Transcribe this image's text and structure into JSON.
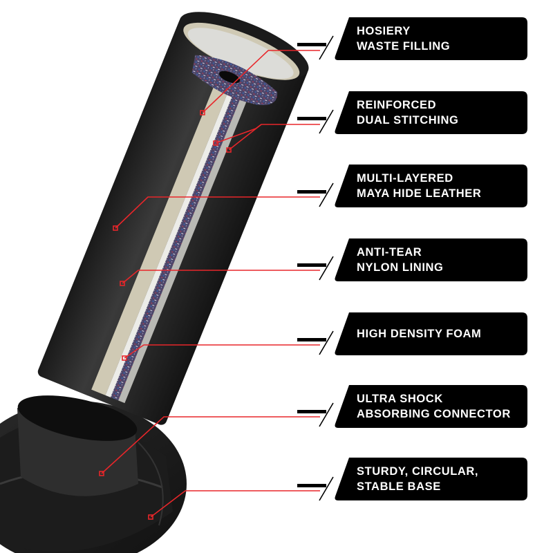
{
  "diagram": {
    "subject": "Free-standing punching bag cut-away",
    "colors": {
      "label_bg": "#000000",
      "label_text": "#ffffff",
      "callout_line": "#e8262a",
      "bag_shell": "#2b2b2b",
      "foam_layer": "#cfc9b4",
      "lining": "#e9e9e6",
      "filling": "#5b5378"
    },
    "callouts": [
      {
        "id": "hosiery-waste-filling",
        "lines": [
          "HOSIERY",
          "WASTE FILLING"
        ]
      },
      {
        "id": "reinforced-dual-stitching",
        "lines": [
          "REINFORCED",
          "DUAL STITCHING"
        ]
      },
      {
        "id": "multi-layered-maya-hide-leather",
        "lines": [
          "MULTI-LAYERED",
          "MAYA HIDE LEATHER"
        ]
      },
      {
        "id": "anti-tear-nylon-lining",
        "lines": [
          "ANTI-TEAR",
          "NYLON LINING"
        ]
      },
      {
        "id": "high-density-foam",
        "lines": [
          "HIGH DENSITY FOAM"
        ]
      },
      {
        "id": "ultra-shock-absorbing-connector",
        "lines": [
          "ULTRA SHOCK",
          "ABSORBING CONNECTOR"
        ]
      },
      {
        "id": "sturdy-circular-stable-base",
        "lines": [
          "STURDY, CIRCULAR,",
          "STABLE BASE"
        ]
      }
    ]
  }
}
